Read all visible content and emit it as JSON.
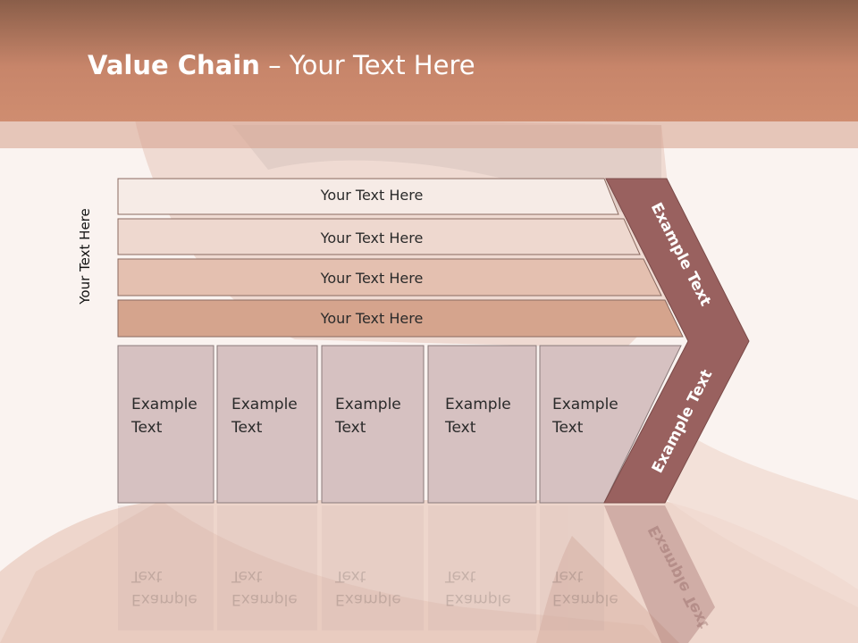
{
  "slide": {
    "title_bold": "Value Chain",
    "title_rest": " – Your Text Here",
    "side_label": "Your Text Here",
    "rows": [
      {
        "label": "Your Text Here"
      },
      {
        "label": "Your Text Here"
      },
      {
        "label": "Your Text Here"
      },
      {
        "label": "Your Text Here"
      }
    ],
    "boxes": [
      {
        "line1": "Example",
        "line2": "Text"
      },
      {
        "line1": "Example",
        "line2": "Text"
      },
      {
        "line1": "Example",
        "line2": "Text"
      },
      {
        "line1": "Example",
        "line2": "Text"
      },
      {
        "line1": "Example",
        "line2": "Text"
      }
    ],
    "chevron_upper": "Example Text",
    "chevron_lower": "Example Text"
  },
  "colors": {
    "header": "#c7856a",
    "chevron": "#99615f",
    "row1": "#f6ebe6",
    "row2": "#eed8cf",
    "row3": "#e4c0b0",
    "row4": "#d5a48d",
    "box": "#d6c1c1"
  }
}
